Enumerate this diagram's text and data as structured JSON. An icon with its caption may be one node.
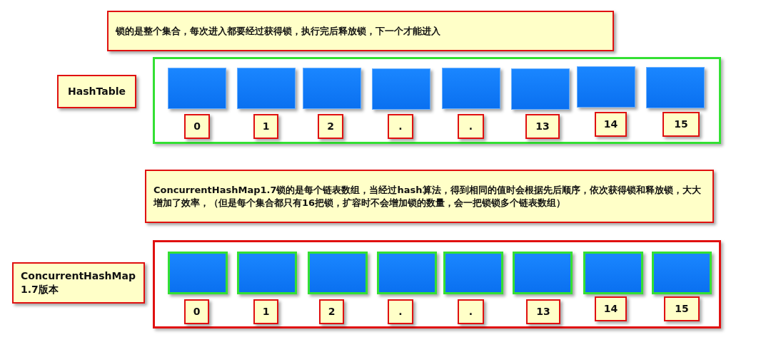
{
  "diagram": {
    "nodes": [
      {
        "text": [
          "锁的是整个集合，每次进入都要经过获得锁，执行完后释放锁，下一个才能进入"
        ]
      },
      {
        "text": [
          "HashTable"
        ]
      },
      {
        "text": [],
        "shape": "box"
      },
      {
        "text": [],
        "shape": "box",
        "in": 2
      },
      {
        "text": [],
        "shape": "box",
        "in": 2
      },
      {
        "text": [],
        "shape": "box",
        "in": 2
      },
      {
        "text": [],
        "shape": "box",
        "in": 2
      },
      {
        "text": [],
        "shape": "box",
        "in": 2
      },
      {
        "text": [],
        "shape": "box",
        "in": 2
      },
      {
        "text": [],
        "shape": "box",
        "in": 2
      },
      {
        "text": [],
        "shape": "box",
        "in": 2
      },
      {
        "text": [
          "0"
        ],
        "in": 2
      },
      {
        "text": [
          "1"
        ],
        "in": 2
      },
      {
        "text": [
          "2"
        ],
        "in": 2
      },
      {
        "text": [
          "."
        ],
        "in": 2
      },
      {
        "text": [
          "."
        ],
        "in": 2
      },
      {
        "text": [
          "13"
        ],
        "in": 2
      },
      {
        "text": [
          "14"
        ],
        "in": 2
      },
      {
        "text": [
          "15"
        ],
        "in": 2
      },
      {
        "text": [
          "ConcurrentHashMap1.7锁的是每个链表数组，当经过hash算法，得到相同的值时会根据先后顺序，依次获得锁和释放锁，大大增加了效率，（但是每个集合都只有16把锁，扩容时不会增加锁的数量，会一把锁锁多个链表数组）"
        ]
      },
      {
        "text": [
          "ConcurrentHashMap 1.7版本"
        ]
      },
      {
        "text": [],
        "shape": "box"
      },
      {
        "text": [],
        "shape": "box",
        "in": 21
      },
      {
        "text": [],
        "shape": "box",
        "in": 21
      },
      {
        "text": [],
        "shape": "box",
        "in": 21
      },
      {
        "text": [],
        "shape": "box",
        "in": 21
      },
      {
        "text": [],
        "shape": "box",
        "in": 21
      },
      {
        "text": [],
        "shape": "box",
        "in": 21
      },
      {
        "text": [],
        "shape": "box",
        "in": 21
      },
      {
        "text": [],
        "shape": "box",
        "in": 21
      },
      {
        "text": [
          "0"
        ],
        "in": 21
      },
      {
        "text": [
          "1"
        ],
        "in": 21
      },
      {
        "text": [
          "2"
        ],
        "in": 21
      },
      {
        "text": [
          "."
        ],
        "in": 21
      },
      {
        "text": [
          "."
        ],
        "in": 21
      },
      {
        "text": [
          "13"
        ],
        "in": 21
      },
      {
        "text": [
          "14"
        ],
        "in": 21
      },
      {
        "text": [
          "15"
        ],
        "in": 21
      }
    ]
  }
}
